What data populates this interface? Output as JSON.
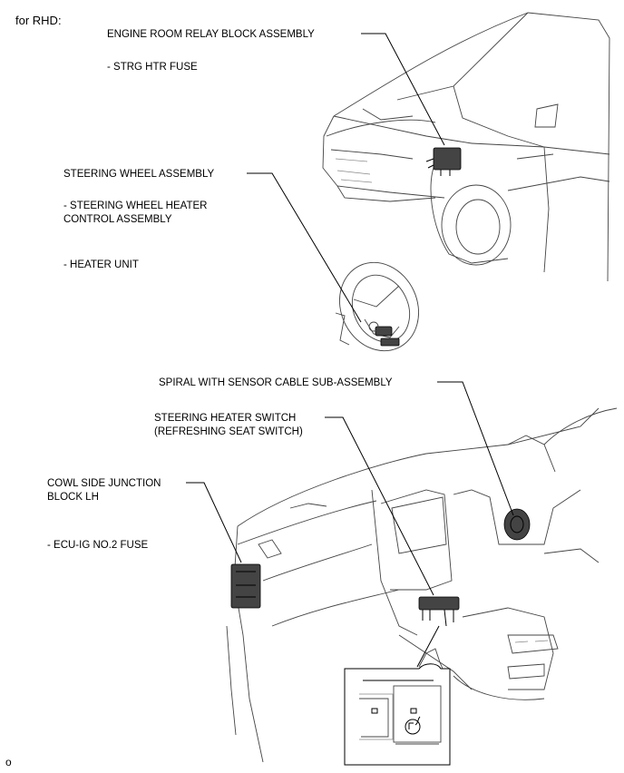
{
  "header": {
    "region": "for RHD:"
  },
  "labels": {
    "engine_room_relay": "ENGINE ROOM RELAY BLOCK ASSEMBLY",
    "strg_htr_fuse": "- STRG HTR FUSE",
    "steering_wheel_assy": "STEERING WHEEL ASSEMBLY",
    "heater_control_1": "- STEERING WHEEL HEATER",
    "heater_control_2": "CONTROL ASSEMBLY",
    "heater_unit": "- HEATER UNIT",
    "spiral_cable": "SPIRAL WITH SENSOR CABLE SUB-ASSEMBLY",
    "heater_switch_1": "STEERING HEATER SWITCH",
    "heater_switch_2": "(REFRESHING SEAT SWITCH)",
    "cowl_side_1": "COWL SIDE JUNCTION",
    "cowl_side_2": "BLOCK LH",
    "ecu_ig_fuse": "- ECU-IG NO.2 FUSE"
  },
  "footer": {
    "page_mark": "o"
  }
}
